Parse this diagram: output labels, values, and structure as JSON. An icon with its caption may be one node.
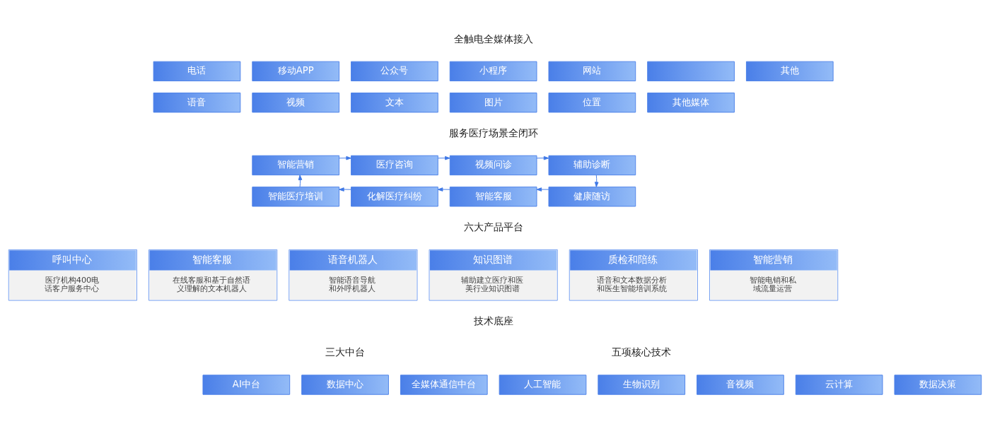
{
  "diagram": {
    "nodes": [
      {
        "text": [
          "电话"
        ]
      },
      {
        "text": [
          "移动APP"
        ]
      },
      {
        "text": [
          "公众号"
        ]
      },
      {
        "text": [
          "小程序"
        ]
      },
      {
        "text": [
          "网站"
        ]
      },
      {
        "text": [],
        "shape": "box"
      },
      {
        "text": [
          "其他"
        ]
      },
      {
        "text": [
          "语音"
        ]
      },
      {
        "text": [
          "视频"
        ]
      },
      {
        "text": [
          "文本"
        ]
      },
      {
        "text": [
          "图片"
        ]
      },
      {
        "text": [
          "位置"
        ]
      },
      {
        "text": [
          "其他媒体"
        ]
      },
      {
        "text": [
          "智能营销"
        ]
      },
      {
        "text": [
          "医疗咨询"
        ]
      },
      {
        "text": [
          "视频问诊"
        ]
      },
      {
        "text": [
          "辅助诊断"
        ]
      },
      {
        "text": [
          "智能医疗培训"
        ]
      },
      {
        "text": [
          "化解医疗纠纷"
        ]
      },
      {
        "text": [
          "智能客服"
        ]
      },
      {
        "text": [
          "健康随访"
        ]
      },
      {
        "text": [
          "呼叫中心",
          "医疗机构400电话客户服务中心"
        ]
      },
      {
        "text": [
          "智能客服",
          "在线客服和基于自然语义理解的文本机器人"
        ]
      },
      {
        "text": [
          "语音机器人",
          "智能语音导航和外呼机器人"
        ]
      },
      {
        "text": [
          "知识图谱",
          "辅助建立医疗和医美行业知识图谱"
        ]
      },
      {
        "text": [
          "质检和陪练",
          "语音和文本数据分析和医生智能培训系统"
        ]
      },
      {
        "text": [
          "智能营销",
          "智能电销和私域流量运营"
        ]
      },
      {
        "text": [
          "AI中台"
        ]
      },
      {
        "text": [
          "数据中心"
        ]
      },
      {
        "text": [
          "全媒体通信中台"
        ]
      },
      {
        "text": [
          "人工智能"
        ]
      },
      {
        "text": [
          "生物识别"
        ]
      },
      {
        "text": [
          "音视频"
        ]
      },
      {
        "text": [
          "云计算"
        ]
      },
      {
        "text": [
          "数据决策"
        ]
      }
    ],
    "edges": [
      {
        "from": 13,
        "to": 14,
        "arrow": "to"
      },
      {
        "from": 14,
        "to": 15,
        "arrow": "to"
      },
      {
        "from": 15,
        "to": 16,
        "arrow": "to"
      },
      {
        "from": 16,
        "to": 20,
        "arrow": "to"
      },
      {
        "from": 20,
        "to": 19,
        "arrow": "to"
      },
      {
        "from": 19,
        "to": 18,
        "arrow": "to"
      },
      {
        "from": 18,
        "to": 17,
        "arrow": "to"
      },
      {
        "from": 17,
        "to": 13,
        "arrow": "to"
      }
    ],
    "labels": [
      "全触电全媒体接入",
      "服务医疗场景全闭环",
      "六大产品平台",
      "技术底座",
      "三大中台",
      "五项核心技术"
    ]
  }
}
